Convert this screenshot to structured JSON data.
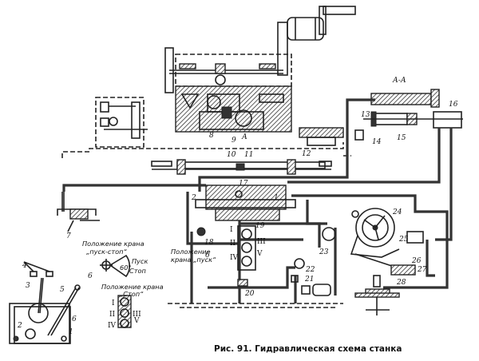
{
  "caption": "Рис. 91. Гидравлическая схема станка",
  "section_label": "А-А",
  "section_marker": "А",
  "notes": {
    "tap_start_stop_position_line1": "Положение крана",
    "tap_start_stop_position_line2": "„пуск-стоп“",
    "start": "Пуск",
    "stop": "Стоп",
    "angle": "60°",
    "tap_stop_position_line1": "Положение крана",
    "tap_stop_position_line2": "„Стоп“",
    "tap_start_position_line1": "Положение",
    "tap_start_position_line2": "крана „пуск“"
  },
  "roman_numerals": {
    "i": "I",
    "ii": "II",
    "iii": "III",
    "iv": "IV",
    "v": "V"
  },
  "part_labels": {
    "p1": "1",
    "p2": "2",
    "p3": "3",
    "p4": "4",
    "p5": "5",
    "p6": "6",
    "p7": "7",
    "p8": "8",
    "p9": "9",
    "p10": "10",
    "p11": "11",
    "p12": "12",
    "p13": "13",
    "p14": "14",
    "p15": "15",
    "p16": "16",
    "p17": "17",
    "p18": "18",
    "p19": "19",
    "p20": "20",
    "p21": "21",
    "p22": "22",
    "p23": "23",
    "p24": "24",
    "p25": "25",
    "p26": "26",
    "p27": "27",
    "p28": "28"
  }
}
